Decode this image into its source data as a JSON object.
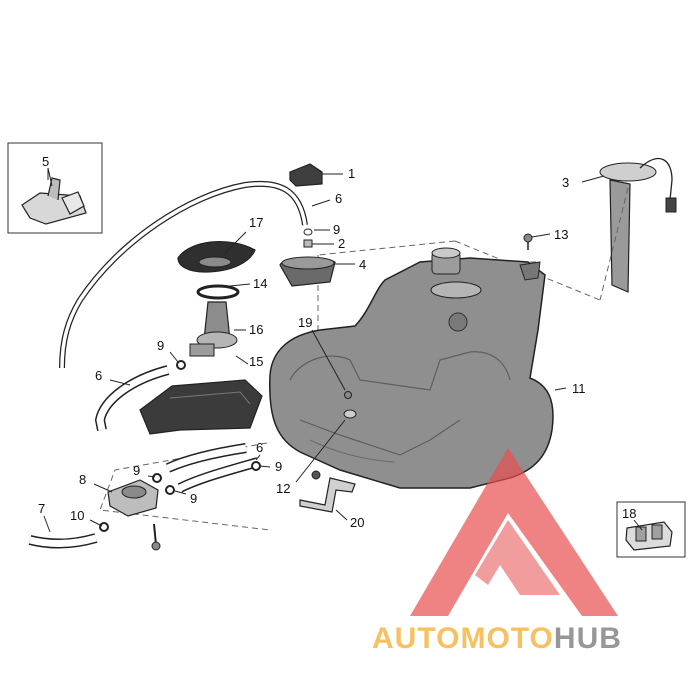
{
  "callouts": {
    "c1": "1",
    "c2": "2",
    "c3": "3",
    "c4": "4",
    "c5": "5",
    "c6a": "6",
    "c6b": "6",
    "c6c": "6",
    "c7": "7",
    "c8": "8",
    "c9a": "9",
    "c9b": "9",
    "c9c": "9",
    "c9d": "9",
    "c9e": "9",
    "c10": "10",
    "c11": "11",
    "c12": "12",
    "c13": "13",
    "c14": "14",
    "c15": "15",
    "c16": "16",
    "c17": "17",
    "c18": "18",
    "c19": "19",
    "c20": "20"
  },
  "watermark": {
    "part1": "AUTO",
    "part2": "MOTO",
    "part3": "HUB"
  },
  "colors": {
    "tank": "#8a8a8a",
    "dark_part": "#3a3a3a",
    "light_part": "#cfcfcf",
    "watermark_red": "#e84d4d",
    "watermark_orange": "#f5b23a",
    "watermark_grey": "#7d7d7d"
  }
}
